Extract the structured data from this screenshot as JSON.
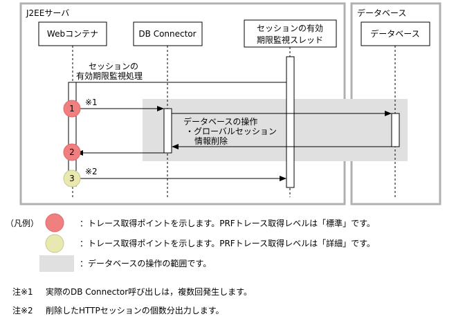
{
  "containers": {
    "j2ee_server": "J2EEサーバ",
    "database": "データベース"
  },
  "lifelines": {
    "web_container": "Webコンテナ",
    "db_connector": "DB Connector",
    "session_thread_line1": "セッションの有効",
    "session_thread_line2": "期限監視スレッド",
    "database": "データベース"
  },
  "messages": {
    "expiry_check_line1": "セッションの",
    "expiry_check_line2": "有効期限監視処理",
    "note_mark_1": "※1",
    "note_mark_2": "※2",
    "db_operation_title": "データベースの操作",
    "db_operation_item_line1": "・グローバルセッション",
    "db_operation_item_line2": "情報削除"
  },
  "trace_points": [
    "1",
    "2",
    "3"
  ],
  "colors": {
    "red_point": "#f08080",
    "yellow_point": "#e8e8b0",
    "gray_region": "#e0e0e0",
    "frame_border": "#b0b0b0"
  },
  "legend": {
    "title": "（凡例）",
    "red_text": "：トレース取得ポイントを示します。PRFトレース取得レベルは「標準」です。",
    "yellow_text": "：トレース取得ポイントを示します。PRFトレース取得レベルは「詳細」です。",
    "gray_text": "：データベースの操作の範囲です。"
  },
  "notes": [
    {
      "label": "注※1",
      "text": "実際のDB Connector呼び出しは，複数回発生します。"
    },
    {
      "label": "注※2",
      "text": "削除したHTTPセッションの個数分出力します。"
    }
  ]
}
